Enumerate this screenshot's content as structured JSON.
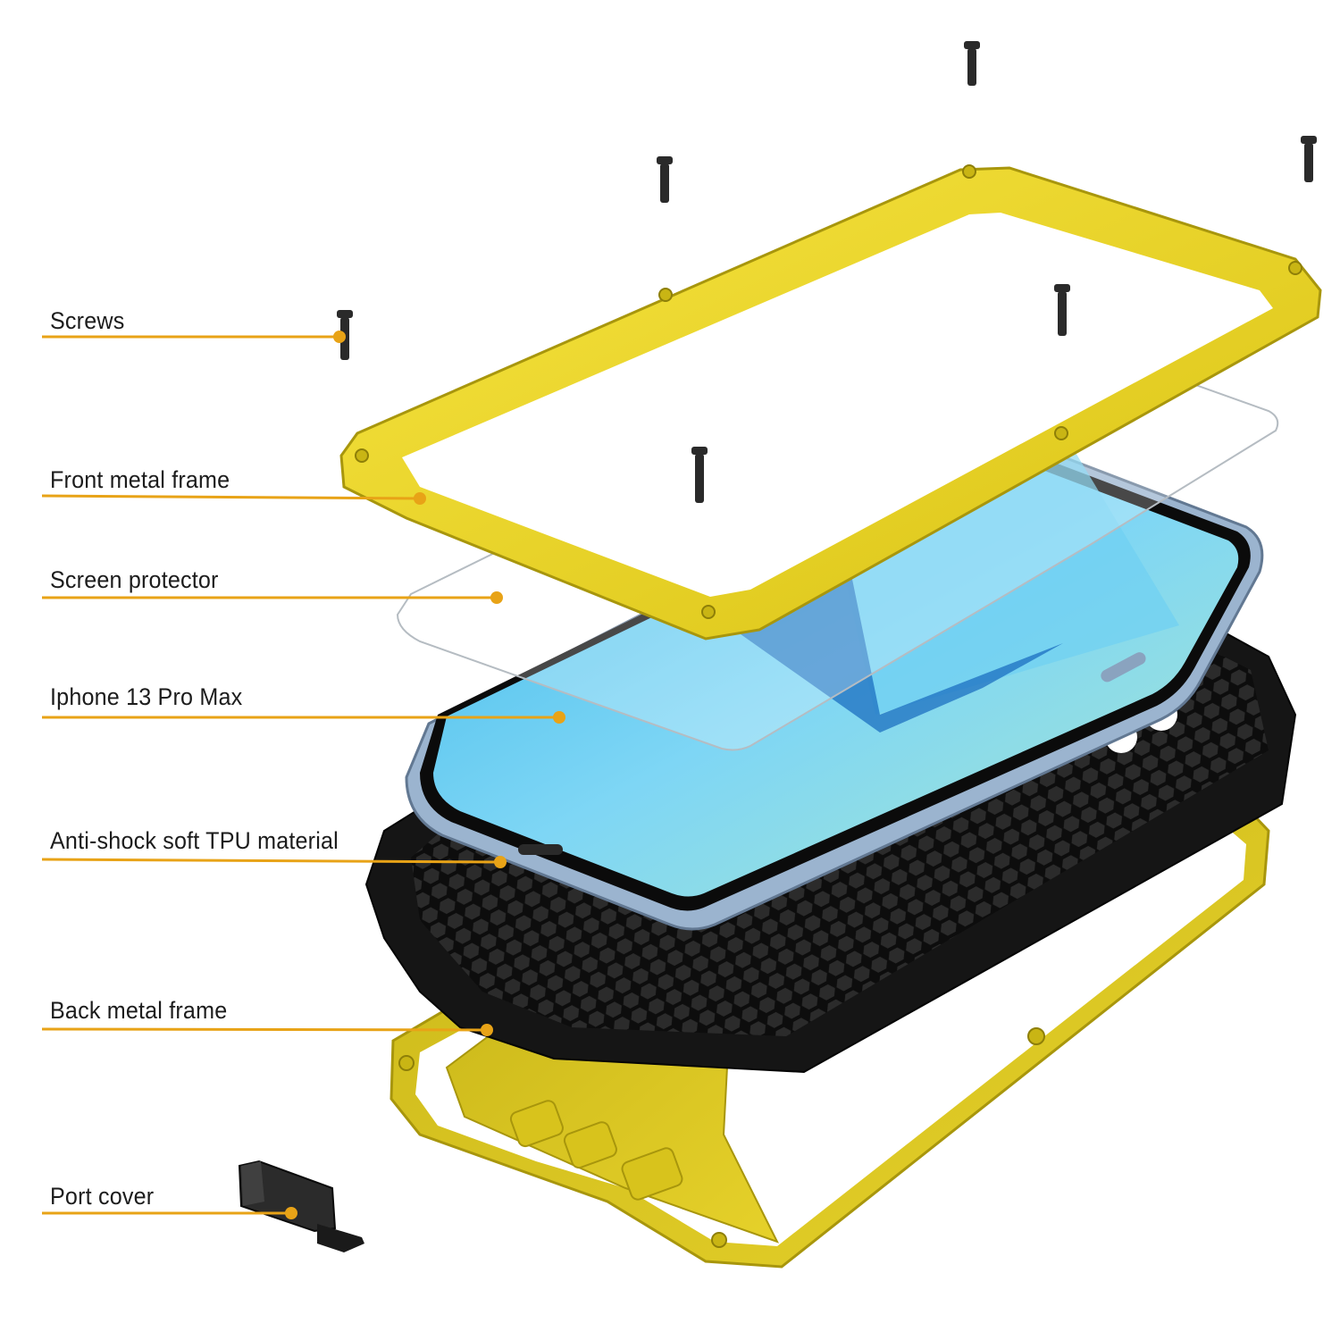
{
  "diagram": {
    "colors": {
      "leader": "#e8a317",
      "metal_frame": "#f1d91e",
      "metal_frame_dark": "#b5a10c",
      "tpu": "#161616",
      "screen": "#5cc7ee",
      "phone_body": "#9bb4cf",
      "screw": "#2a2a2a"
    },
    "callouts": [
      {
        "id": "screws",
        "label": "Screws"
      },
      {
        "id": "front-frame",
        "label": "Front metal frame"
      },
      {
        "id": "screen-protector",
        "label": "Screen protector"
      },
      {
        "id": "phone",
        "label": "Iphone 13 Pro Max"
      },
      {
        "id": "tpu",
        "label": "Anti-shock soft TPU material"
      },
      {
        "id": "back-frame",
        "label": "Back metal frame"
      },
      {
        "id": "port-cover",
        "label": "Port cover"
      }
    ]
  }
}
